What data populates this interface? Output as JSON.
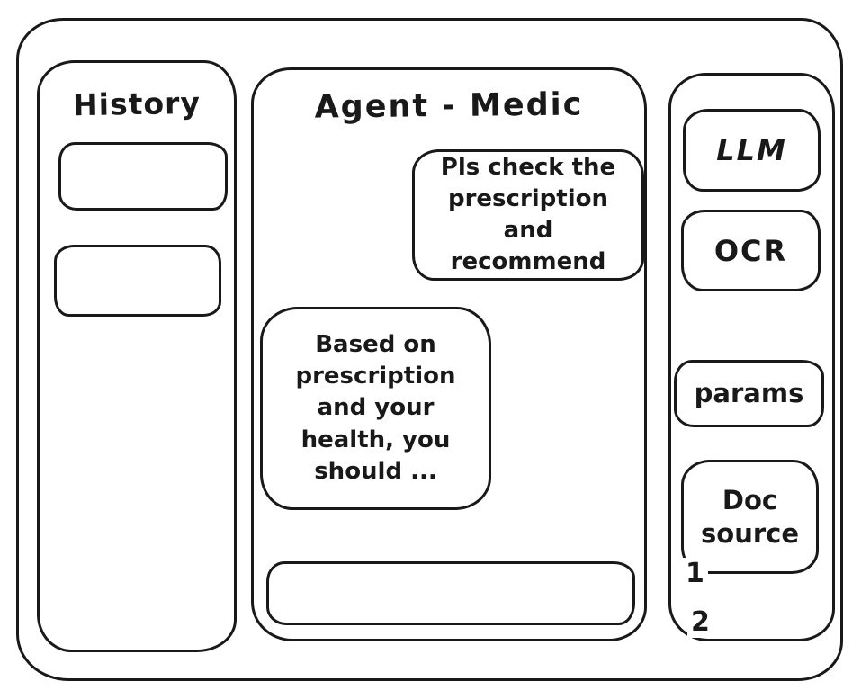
{
  "colors": {
    "ink": "#191919",
    "background": "#ffffff"
  },
  "history_panel": {
    "title": "History",
    "items": [
      {
        "label": ""
      },
      {
        "label": ""
      }
    ]
  },
  "chat_panel": {
    "title": "Agent - Medic",
    "messages": [
      {
        "role": "user",
        "text": "Pls check the prescription and recommend"
      },
      {
        "role": "assistant",
        "text": "Based on prescription and your health, you should ..."
      }
    ],
    "composer": {
      "value": "",
      "placeholder": ""
    }
  },
  "tools_panel": {
    "buttons": [
      {
        "label": "LLM"
      },
      {
        "label": "OCR"
      },
      {
        "label": "params"
      },
      {
        "label": "Doc source"
      }
    ],
    "doc_source_items": [
      {
        "label": "1"
      },
      {
        "label": "2"
      }
    ]
  }
}
